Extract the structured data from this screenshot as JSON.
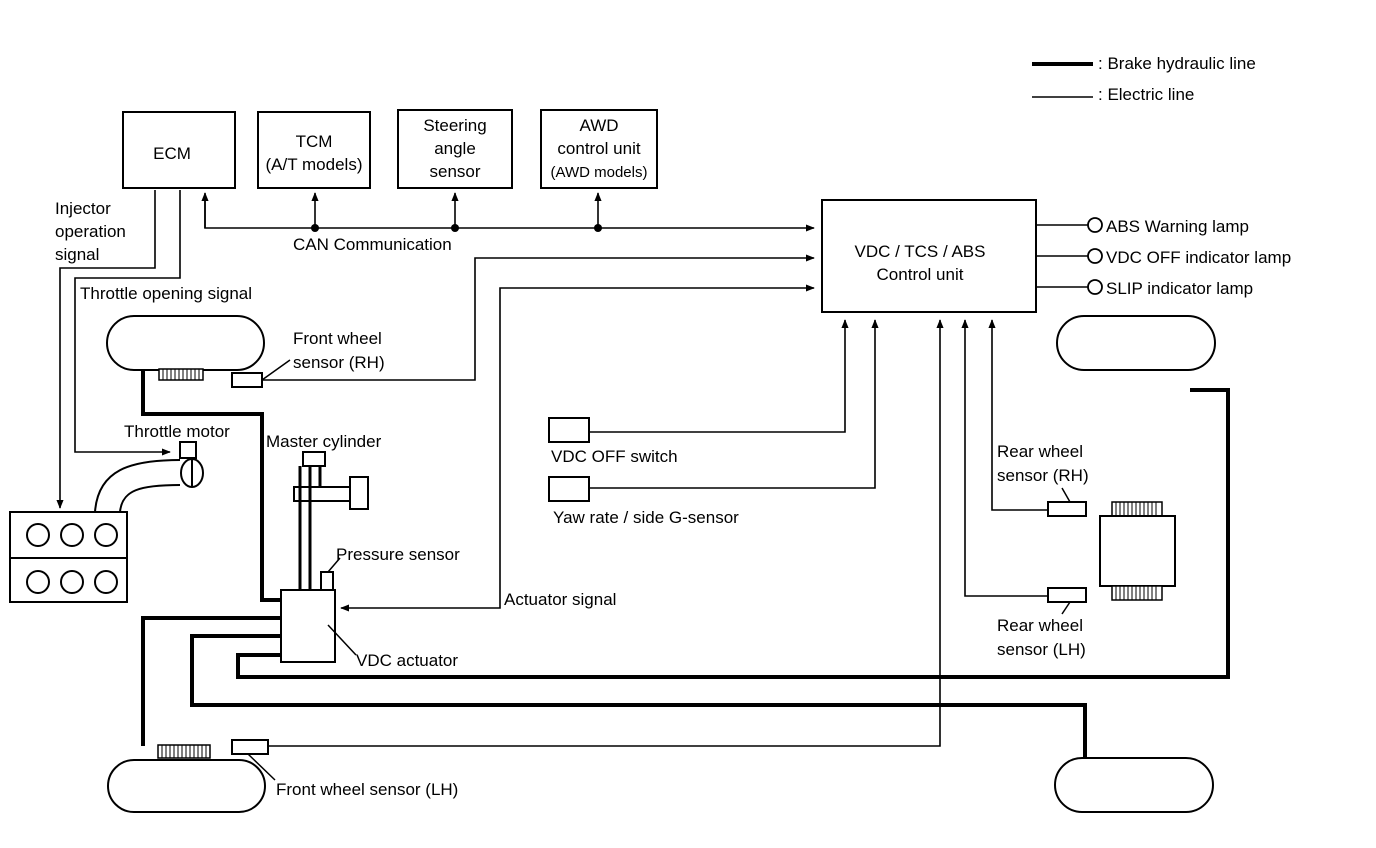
{
  "legend": {
    "hydraulic": ": Brake hydraulic line",
    "electric": ": Electric line"
  },
  "boxes": {
    "ecm": "ECM",
    "tcm": [
      "TCM",
      "(A/T models)"
    ],
    "steering": [
      "Steering",
      "angle",
      "sensor"
    ],
    "awd": [
      "AWD",
      "control unit",
      "(AWD models)"
    ],
    "control_unit": [
      "VDC / TCS / ABS",
      "Control unit"
    ]
  },
  "labels": {
    "can": "CAN Communication",
    "injector": [
      "Injector",
      "operation",
      "signal"
    ],
    "throttle_signal": "Throttle opening signal",
    "front_rh": [
      "Front wheel",
      "sensor (RH)"
    ],
    "throttle_motor": "Throttle motor",
    "master_cylinder": "Master cylinder",
    "pressure_sensor": "Pressure sensor",
    "actuator_signal": "Actuator signal",
    "vdc_actuator": "VDC actuator",
    "front_lh": "Front wheel sensor (LH)",
    "vdc_off_switch": "VDC OFF switch",
    "yaw_sensor": "Yaw rate / side G-sensor",
    "rear_rh": [
      "Rear wheel",
      "sensor (RH)"
    ],
    "rear_lh": [
      "Rear wheel",
      "sensor (LH)"
    ]
  },
  "lamps": {
    "abs": "ABS Warning lamp",
    "vdc_off": "VDC OFF indicator lamp",
    "slip": "SLIP indicator lamp"
  }
}
